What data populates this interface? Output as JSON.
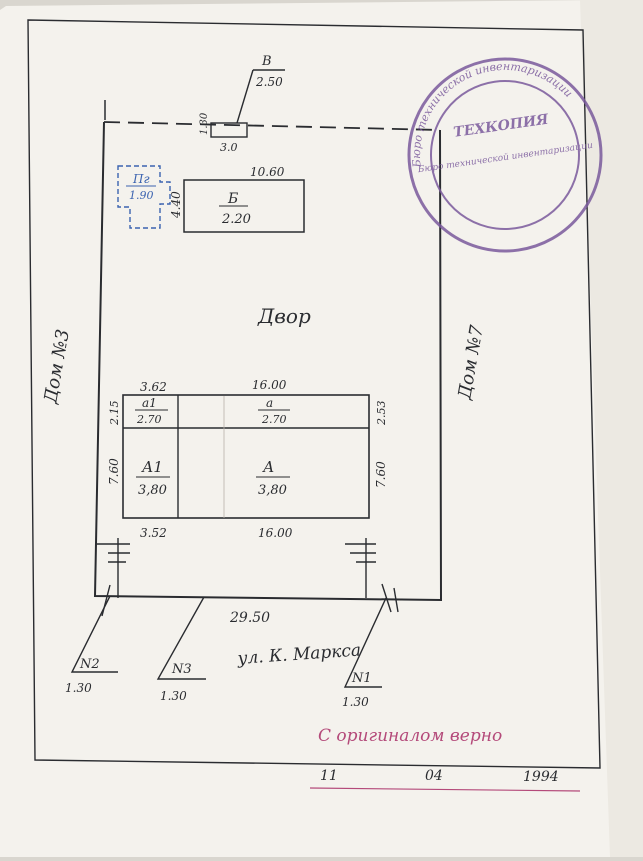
{
  "plan": {
    "yard_label": "Двор",
    "street_label": "ул. К. Маркса",
    "neighbor_left": "Дом №3",
    "neighbor_right": "Дом №7",
    "frontage": "29.50",
    "gate_top": {
      "letter": "В",
      "value": "2.50",
      "width": "3.0",
      "depth": "1.30"
    },
    "shed": {
      "letter": "Б",
      "area": "2.20",
      "top_dim": "10.60",
      "side_dim": "4.40"
    },
    "blue_box": {
      "letter": "Пг",
      "value": "1.90"
    },
    "house": {
      "top_left_dim": "3.62",
      "top_dim": "16.00",
      "bottom_left_dim": "3.52",
      "bottom_dim": "16.00",
      "left_upper_dim": "2.15",
      "right_upper_dim": "2.53",
      "left_lower_dim": "7.60",
      "right_lower_dim": "7.60",
      "room_a1": {
        "letter": "а1",
        "value": "2.70"
      },
      "room_a": {
        "letter": "а",
        "value": "2.70"
      },
      "room_A1": {
        "letter": "А1",
        "value": "3,80"
      },
      "room_A": {
        "letter": "А",
        "value": "3,80"
      }
    },
    "entrances": [
      {
        "label": "N2",
        "value": "1.30"
      },
      {
        "label": "N3",
        "value": "1.30"
      },
      {
        "label": "N1",
        "value": "1.30"
      }
    ]
  },
  "stamp": {
    "ring_text": "Бюро технической инвентаризации",
    "center_text": "ТЕХКОПИЯ",
    "inner_text": "Бюро технической инвентаризации"
  },
  "certification": {
    "text": "С оригиналом верно",
    "day": "11",
    "month": "04",
    "year": "1994"
  },
  "colors": {
    "paper": "#f4f2ed",
    "ink": "#2a2c30",
    "stamp": "#7a5a9c",
    "blue": "#3b63b0"
  }
}
